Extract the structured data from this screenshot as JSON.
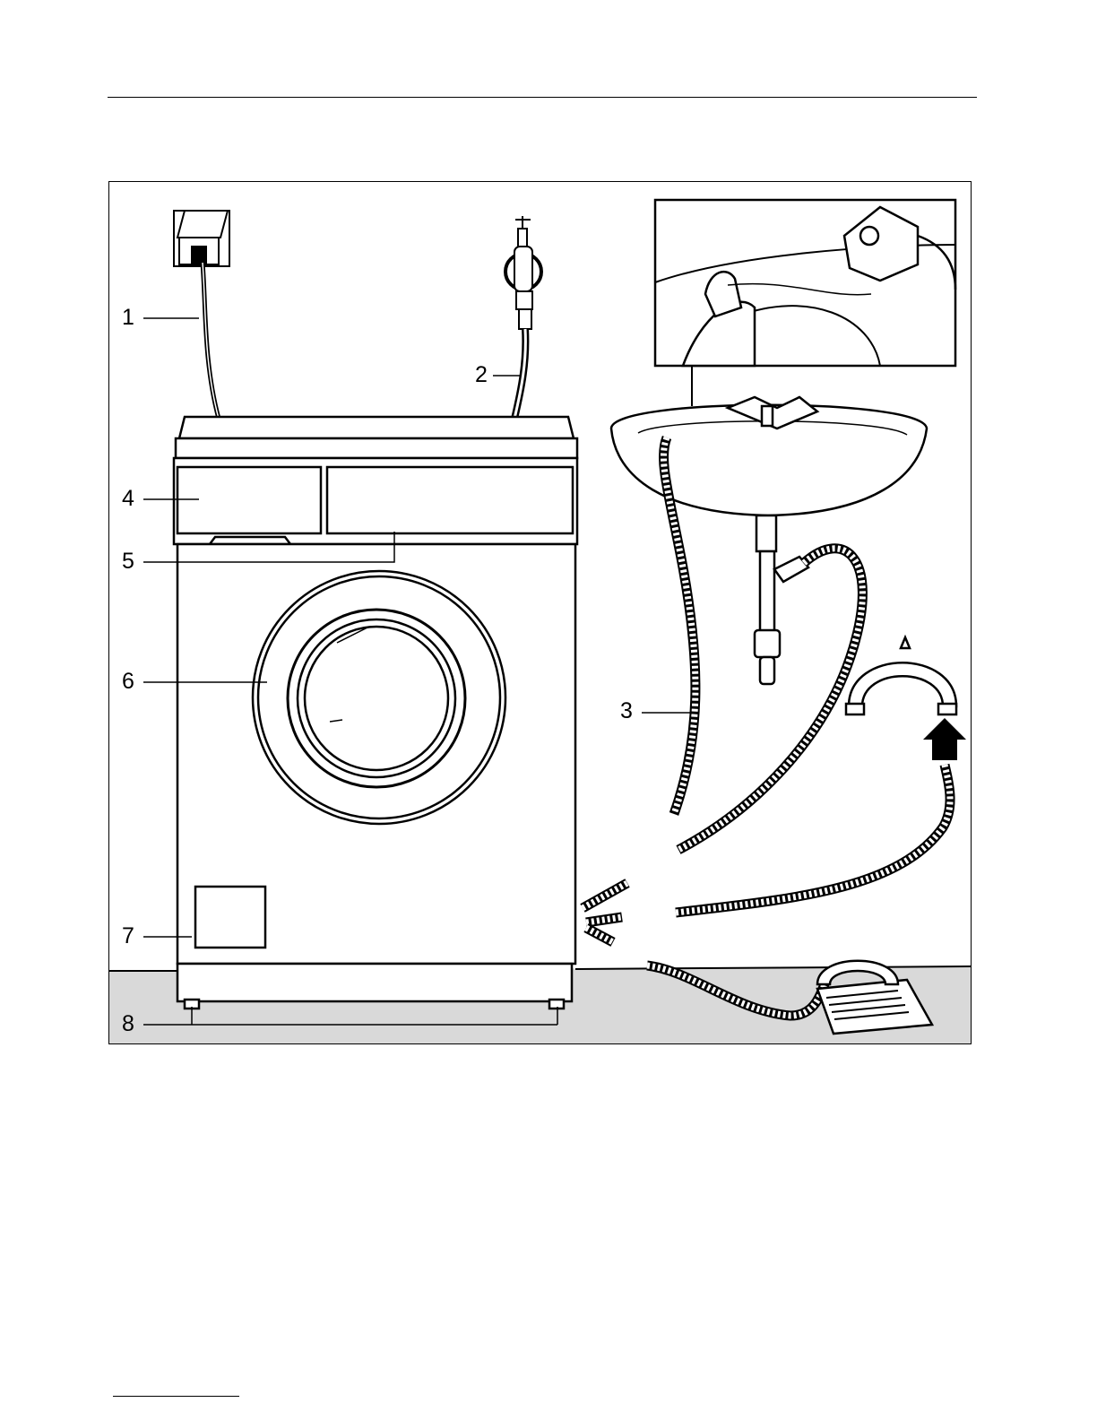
{
  "colors": {
    "floor": "#d9d9d9",
    "ink": "#000000",
    "paper": "#ffffff"
  },
  "callouts": [
    {
      "id": "1",
      "label": "1"
    },
    {
      "id": "2",
      "label": "2"
    },
    {
      "id": "3",
      "label": "3"
    },
    {
      "id": "4",
      "label": "4"
    },
    {
      "id": "5",
      "label": "5"
    },
    {
      "id": "6",
      "label": "6"
    },
    {
      "id": "7",
      "label": "7"
    },
    {
      "id": "8",
      "label": "8"
    }
  ]
}
